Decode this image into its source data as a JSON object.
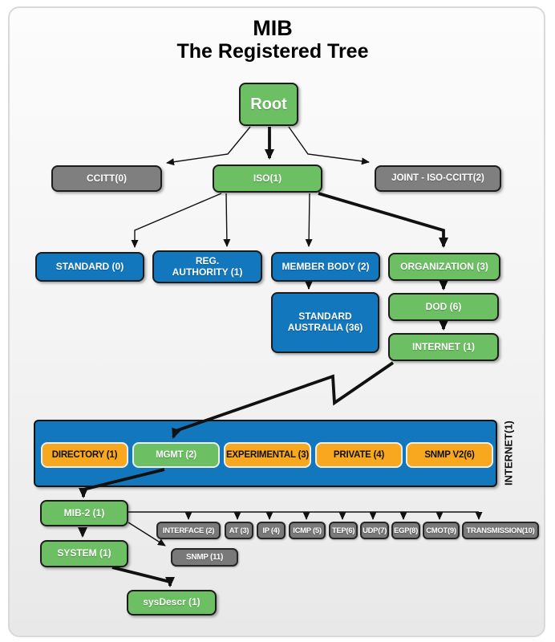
{
  "title": {
    "line1": "MIB",
    "line2": "The Registered Tree"
  },
  "colors": {
    "green": "#6cbf63",
    "blue": "#1277bd",
    "orange": "#f7a81e",
    "gray": "#7f7f7f",
    "gray_small": "#797979",
    "line": "#111111",
    "canvas_top": "#fcfcfc",
    "canvas_bottom": "#e8e8e8"
  },
  "nodes": {
    "root": "Root",
    "ccitt": "CCITT(0)",
    "iso": "ISO(1)",
    "joint": "JOINT - ISO-CCITT(2)",
    "standard": "STANDARD (0)",
    "reg_authority": {
      "line1": "REG.",
      "line2": "AUTHORITY (1)"
    },
    "member_body": "MEMBER BODY (2)",
    "organization": "ORGANIZATION (3)",
    "standard_australia": {
      "line1": "STANDARD",
      "line2": "AUSTRALIA (36)"
    },
    "dod": "DOD (6)",
    "internet": "INTERNET (1)",
    "mib2": "MIB-2 (1)",
    "system": "SYSTEM (1)",
    "snmp11": "SNMP (11)",
    "sysdescr": "sysDescr (1)"
  },
  "internet_container": {
    "side_label": "INTERNET(1)",
    "children": [
      "DIRECTORY (1)",
      "MGMT (2)",
      "EXPERIMENTAL (3)",
      "PRIVATE (4)",
      "SNMP V2(6)"
    ]
  },
  "mib2_children": [
    "INTERFACE (2)",
    "AT (3)",
    "IP (4)",
    "ICMP (5)",
    "TEP(6)",
    "UDP(7)",
    "EGP(8)",
    "CMOT(9)",
    "TRANSMISSION(10)"
  ]
}
